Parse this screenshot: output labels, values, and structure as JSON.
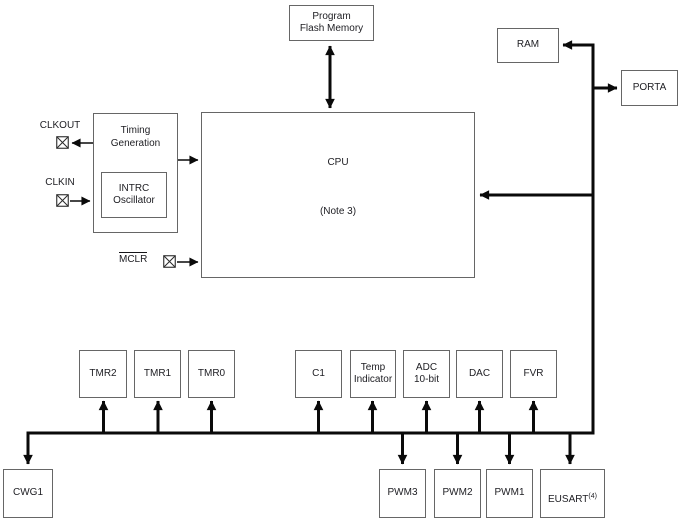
{
  "colors": {
    "background": "#ffffff",
    "box_border": "#666666",
    "wire": "#0a0a0a",
    "text": "#1d1d22"
  },
  "pins": {
    "clkout": "CLKOUT",
    "clkin": "CLKIN",
    "mclr": "MCLR"
  },
  "memory": {
    "program_flash": "Program\nFlash Memory",
    "ram": "RAM"
  },
  "ports": {
    "porta": "PORTA"
  },
  "clock": {
    "timing_generation": "Timing\nGeneration",
    "intrc_oscillator": "INTRC\nOscillator"
  },
  "cpu": {
    "title": "CPU",
    "note": "(Note 3)"
  },
  "peripherals_top": {
    "tmr2": "TMR2",
    "tmr1": "TMR1",
    "tmr0": "TMR0",
    "c1": "C1",
    "temp_indicator": "Temp\nIndicator",
    "adc": "ADC\n10-bit",
    "dac": "DAC",
    "fvr": "FVR"
  },
  "peripherals_bottom": {
    "cwg1": "CWG1",
    "pwm3": "PWM3",
    "pwm2": "PWM2",
    "pwm1": "PWM1",
    "eusart": "EUSART",
    "eusart_sup": "(4)"
  }
}
